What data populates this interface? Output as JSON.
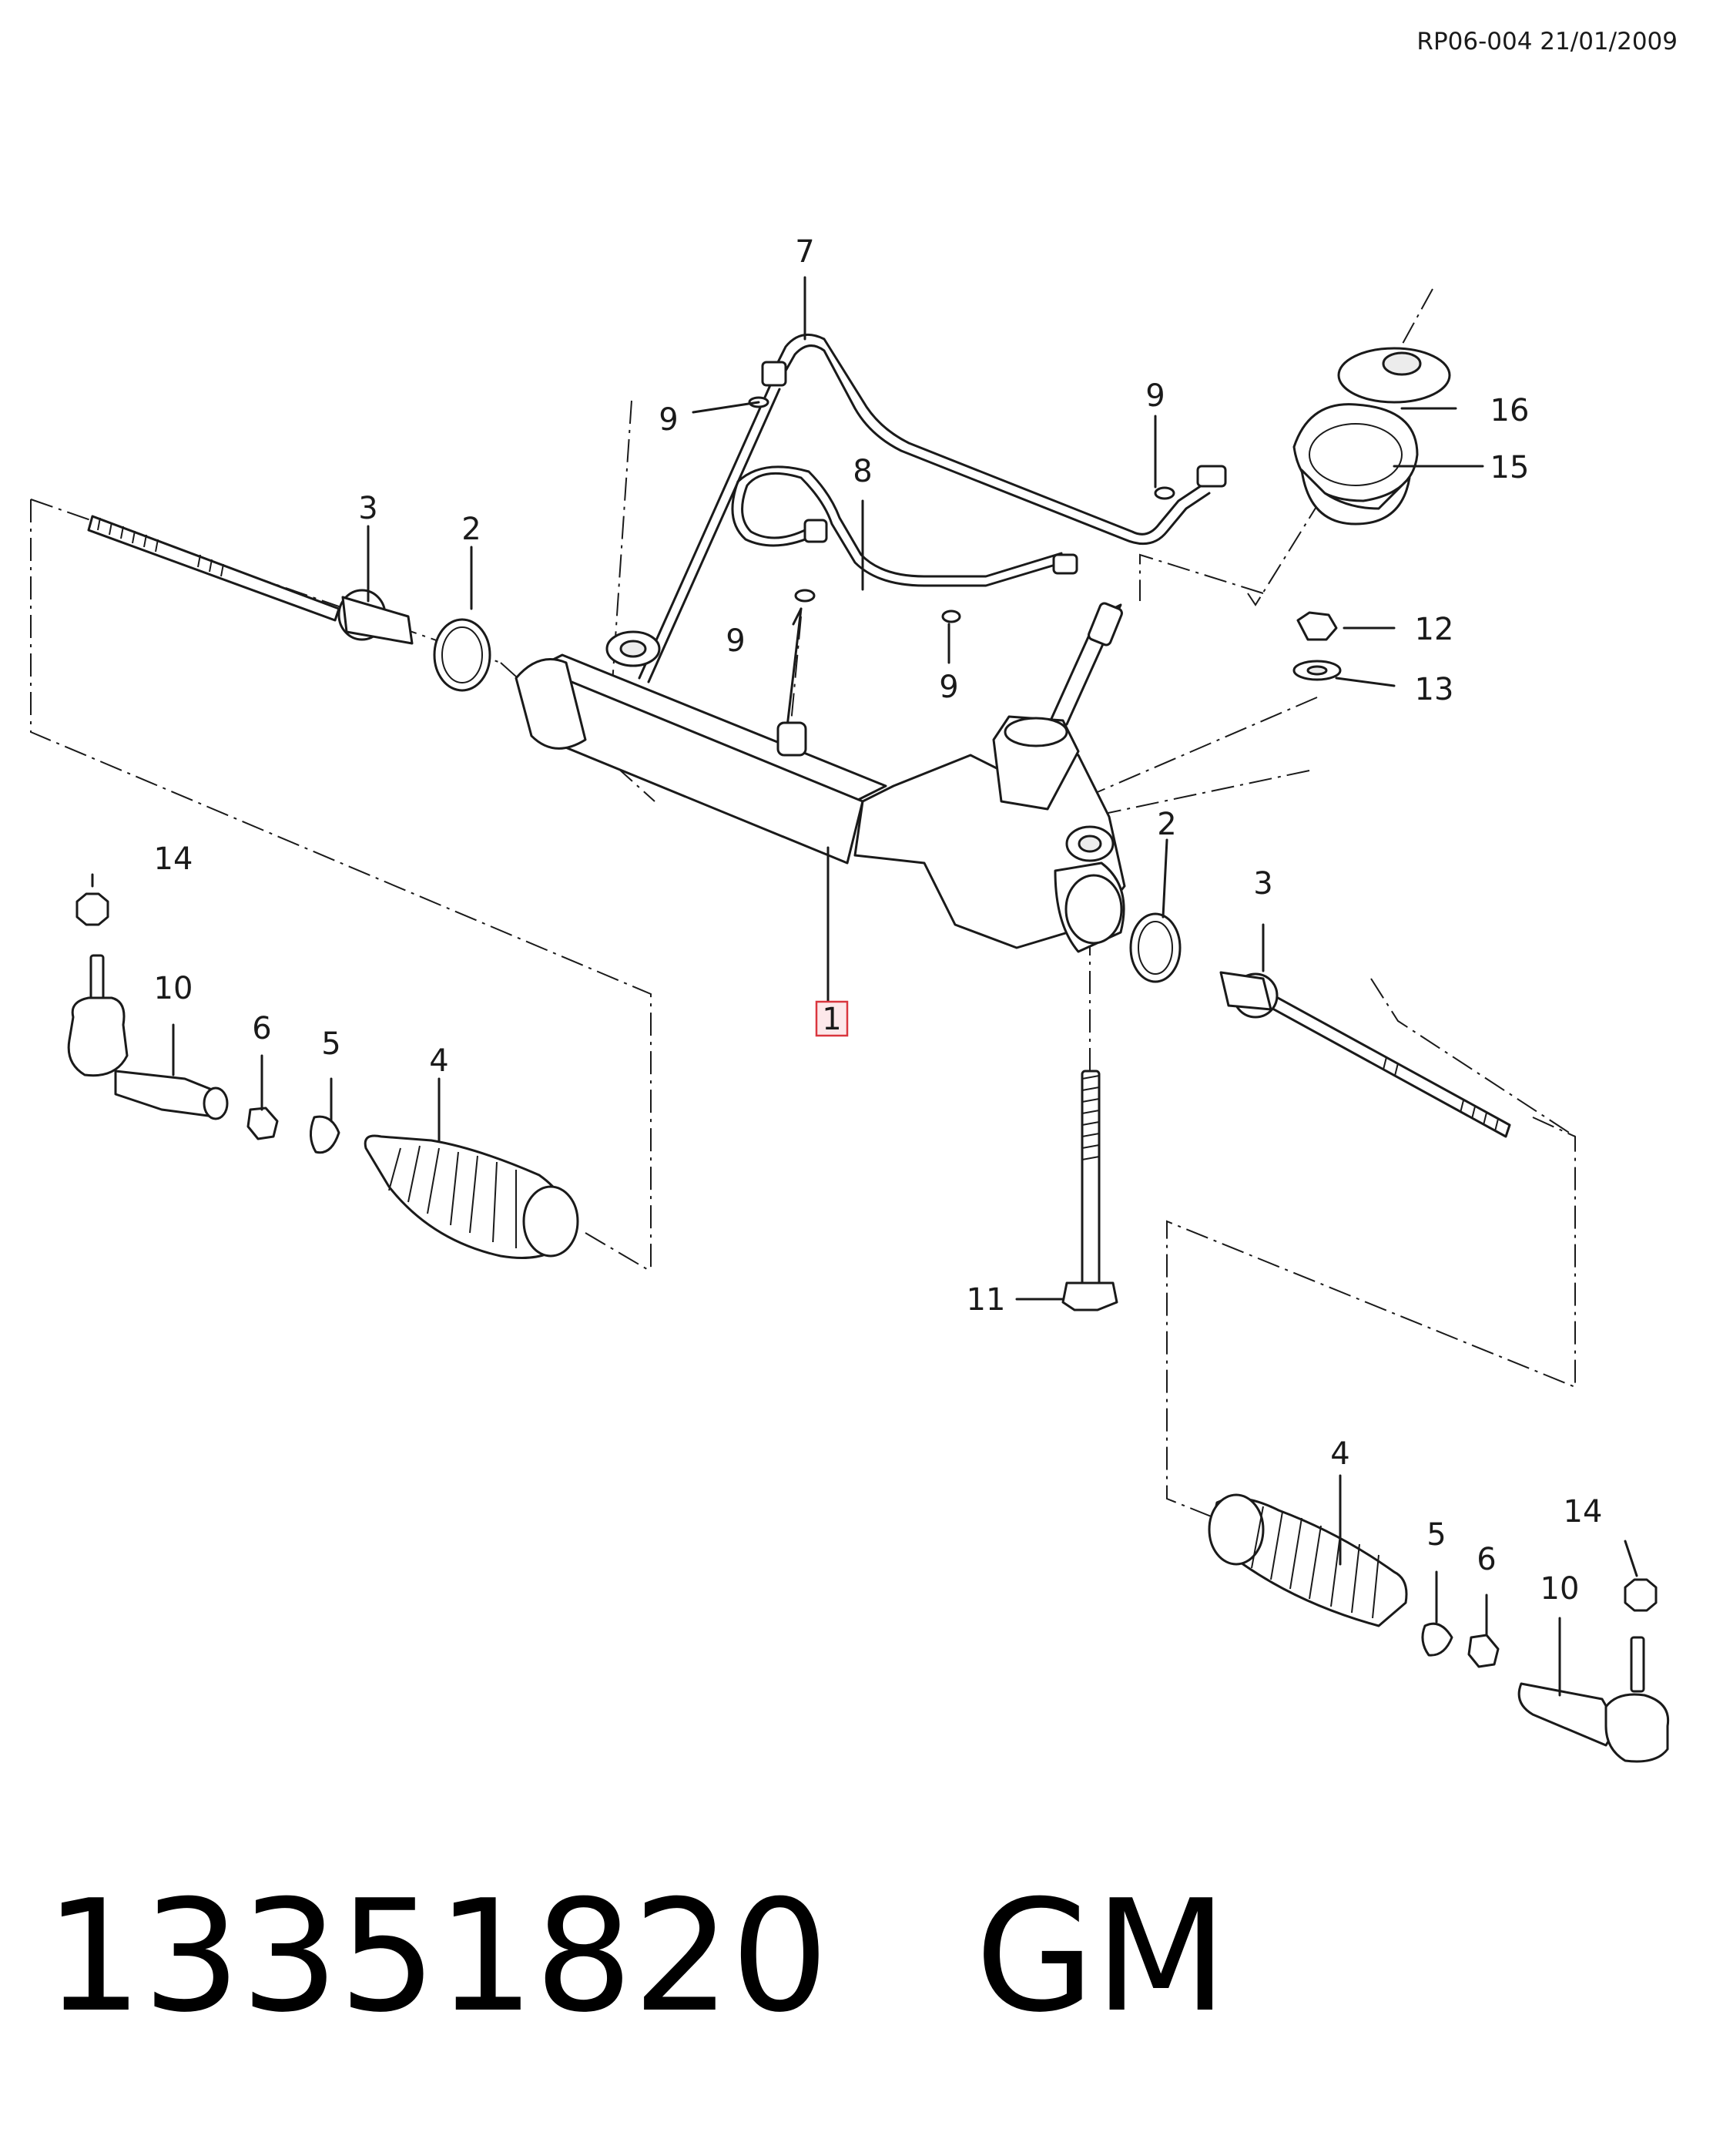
{
  "header": {
    "reference": "RP06-004 21/01/2009"
  },
  "footer": {
    "part_number": "13351820",
    "brand": "GM"
  },
  "callouts": {
    "c1": "1",
    "c2a": "2",
    "c2b": "2",
    "c3a": "3",
    "c3b": "3",
    "c4a": "4",
    "c4b": "4",
    "c5a": "5",
    "c5b": "5",
    "c6a": "6",
    "c6b": "6",
    "c7": "7",
    "c8": "8",
    "c9a": "9",
    "c9b": "9",
    "c9c": "9",
    "c9d": "9",
    "c10a": "10",
    "c10b": "10",
    "c11": "11",
    "c12": "12",
    "c13": "13",
    "c14a": "14",
    "c14b": "14",
    "c15": "15",
    "c16": "16"
  },
  "highlight": {
    "callout": "1",
    "color": "#d9363e",
    "fill": "#fde8ea"
  }
}
